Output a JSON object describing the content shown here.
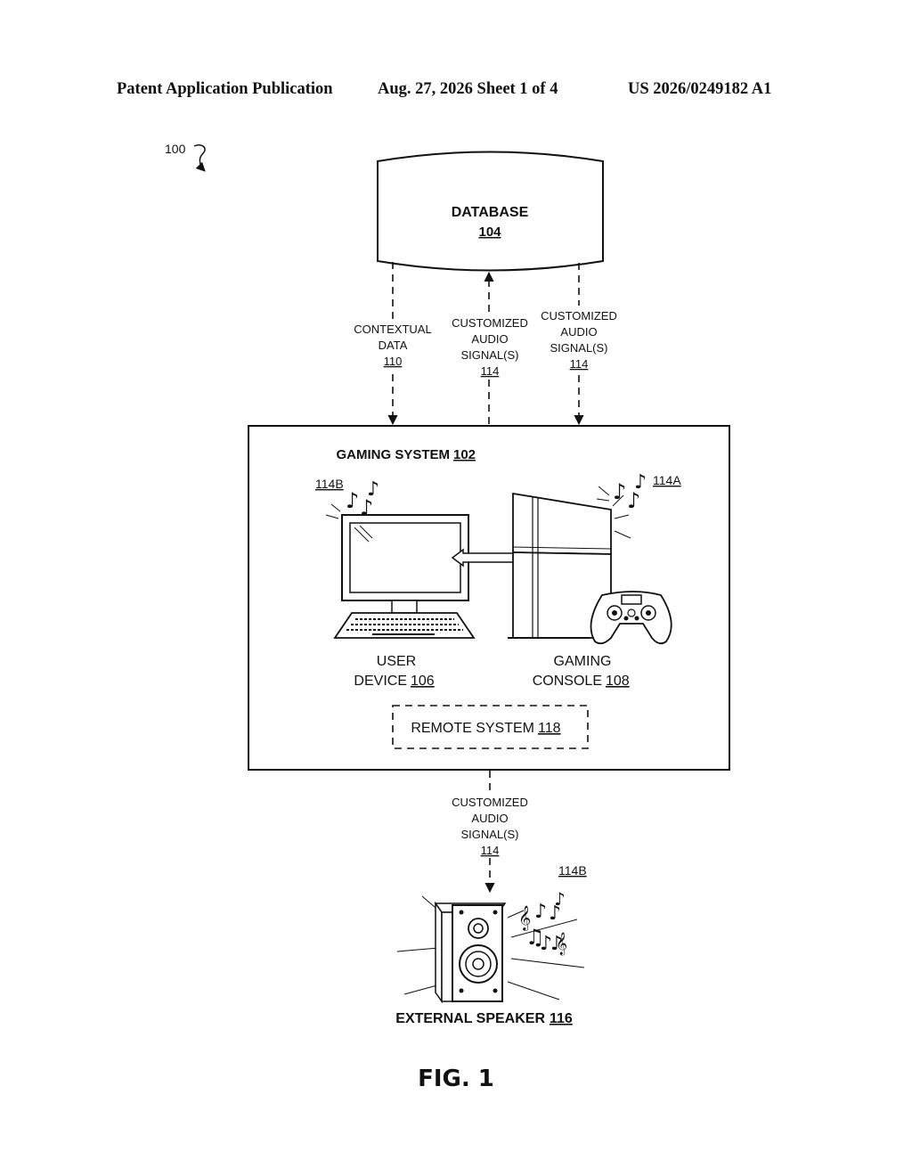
{
  "header": {
    "publication": "Patent Application Publication",
    "date_sheet": "Aug. 27, 2026  Sheet 1 of 4",
    "number": "US 2026/0249182 A1"
  },
  "figure": {
    "system_ref": "100",
    "database": {
      "title": "DATABASE",
      "ref": "104"
    },
    "contextual_data": {
      "line1": "CONTEXTUAL",
      "line2": "DATA",
      "ref": "110"
    },
    "customized_audio_a": {
      "line1": "CUSTOMIZED",
      "line2": "AUDIO",
      "line3": "SIGNAL(S)",
      "ref": "114"
    },
    "customized_audio_b": {
      "line1": "CUSTOMIZED",
      "line2": "AUDIO",
      "line3": "SIGNAL(S)",
      "ref": "114"
    },
    "customized_audio_c": {
      "line1": "CUSTOMIZED",
      "line2": "AUDIO",
      "line3": "SIGNAL(S)",
      "ref": "114"
    },
    "gaming_system": {
      "title": "GAMING SYSTEM",
      "ref": "102"
    },
    "user_device": {
      "line1": "USER",
      "line2": "DEVICE",
      "ref": "106",
      "audio_ref": "114B"
    },
    "gaming_console": {
      "line1": "GAMING",
      "line2": "CONSOLE",
      "ref": "108",
      "audio_ref": "114A"
    },
    "remote_system": {
      "title": "REMOTE SYSTEM",
      "ref": "118"
    },
    "external_speaker": {
      "title": "EXTERNAL SPEAKER",
      "ref": "116",
      "audio_ref": "114B"
    },
    "caption": "FIG. 1"
  }
}
